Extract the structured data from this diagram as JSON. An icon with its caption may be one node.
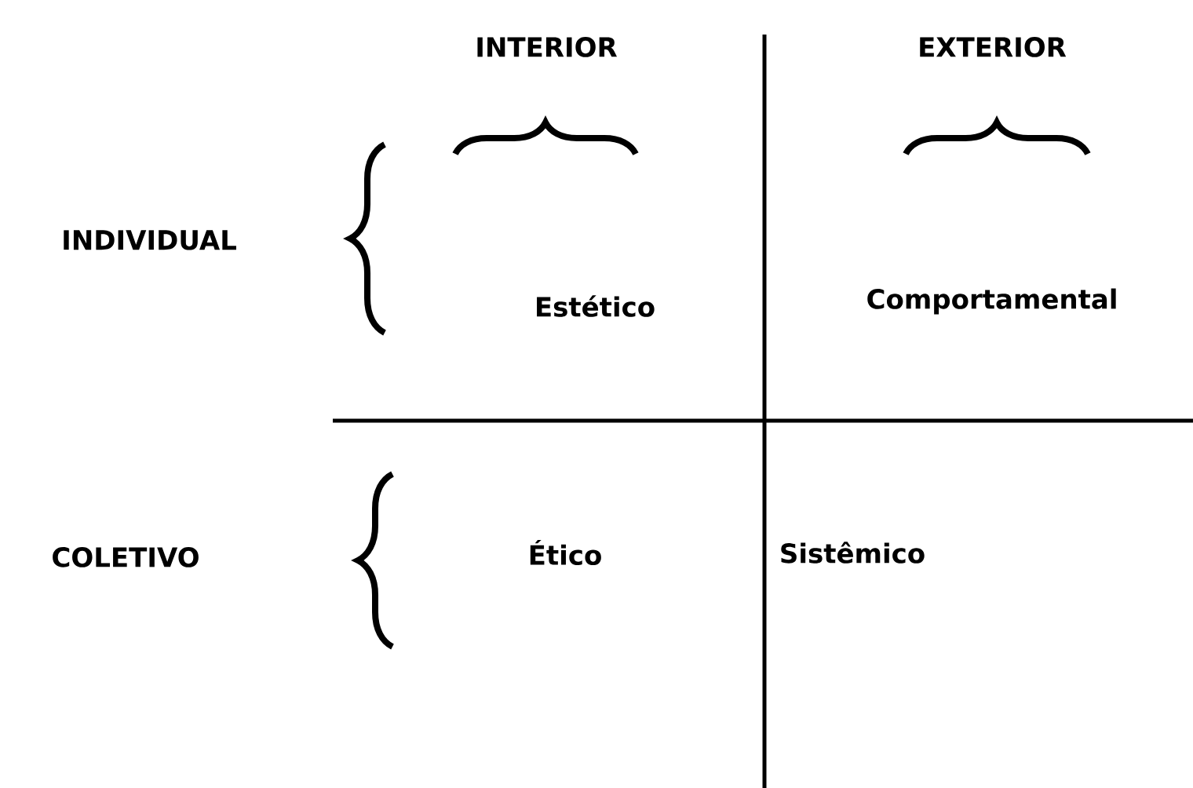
{
  "diagram": {
    "labels": [
      "INTERIOR",
      "EXTERIOR",
      "INDIVIDUAL",
      "Estético",
      "Comportamental",
      "COLETIVO",
      "Ético",
      "Sistêmico"
    ]
  }
}
